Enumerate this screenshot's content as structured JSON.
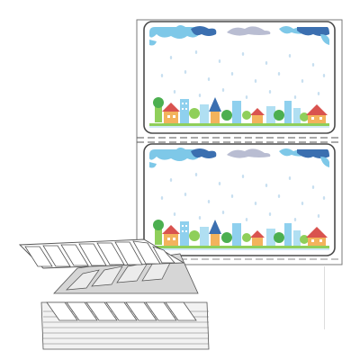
{
  "scene": {
    "subject": "fanfold-label-stock-product-photo",
    "labels_visible": 2,
    "label_theme": "rainy-town-skyline",
    "colors": {
      "background": "#ffffff",
      "sheet": "#ffffff",
      "sheet_outline": "#7a7a7a",
      "label_outline": "#4b4b4b",
      "perforation": "#555555",
      "cloud_blue": "#7ec8e8",
      "cloud_dark": "#3b6fb0",
      "cloud_grey": "#b9bdd2",
      "rain": "#c8dff0",
      "grass": "#8fcf5a",
      "tree": "#4caf50",
      "building_blue": "#8fd0ee",
      "roof_red": "#d9534f",
      "house_orange": "#f3b35c",
      "stack_fill": "#f7f7f7",
      "stack_edge": "#555555",
      "stack_shadow": "#c9c9c9"
    }
  }
}
